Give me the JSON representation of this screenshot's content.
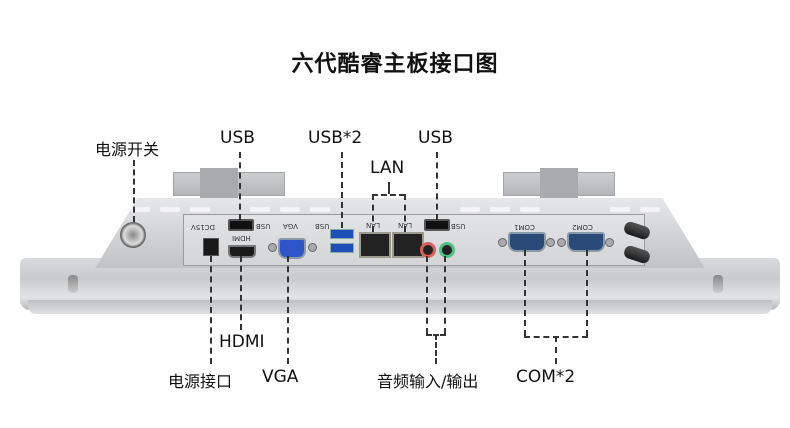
{
  "title": "六代酷睿主板接口图",
  "callouts": {
    "power_switch": "电源开关",
    "usb_top_left": "USB",
    "usb_x2": "USB*2",
    "lan": "LAN",
    "usb_top_right": "USB",
    "hdmi": "HDMI",
    "power_port": "电源接口",
    "vga": "VGA",
    "audio": "音频输入/输出",
    "com": "COM*2"
  },
  "silkscreen": {
    "dc": "DC15V",
    "hdmi": "HDMI",
    "usb1": "USB",
    "vga": "VGA",
    "usb2": "USB",
    "lan1": "LAN",
    "lan2": "LAN",
    "usb3": "USB",
    "com1": "COM1",
    "com2": "COM2"
  },
  "colors": {
    "usb3_blue": "#1d4fb8",
    "audio_in": "#d9605a",
    "audio_out": "#4fbf86",
    "vga_blue": "#2f56c8"
  }
}
